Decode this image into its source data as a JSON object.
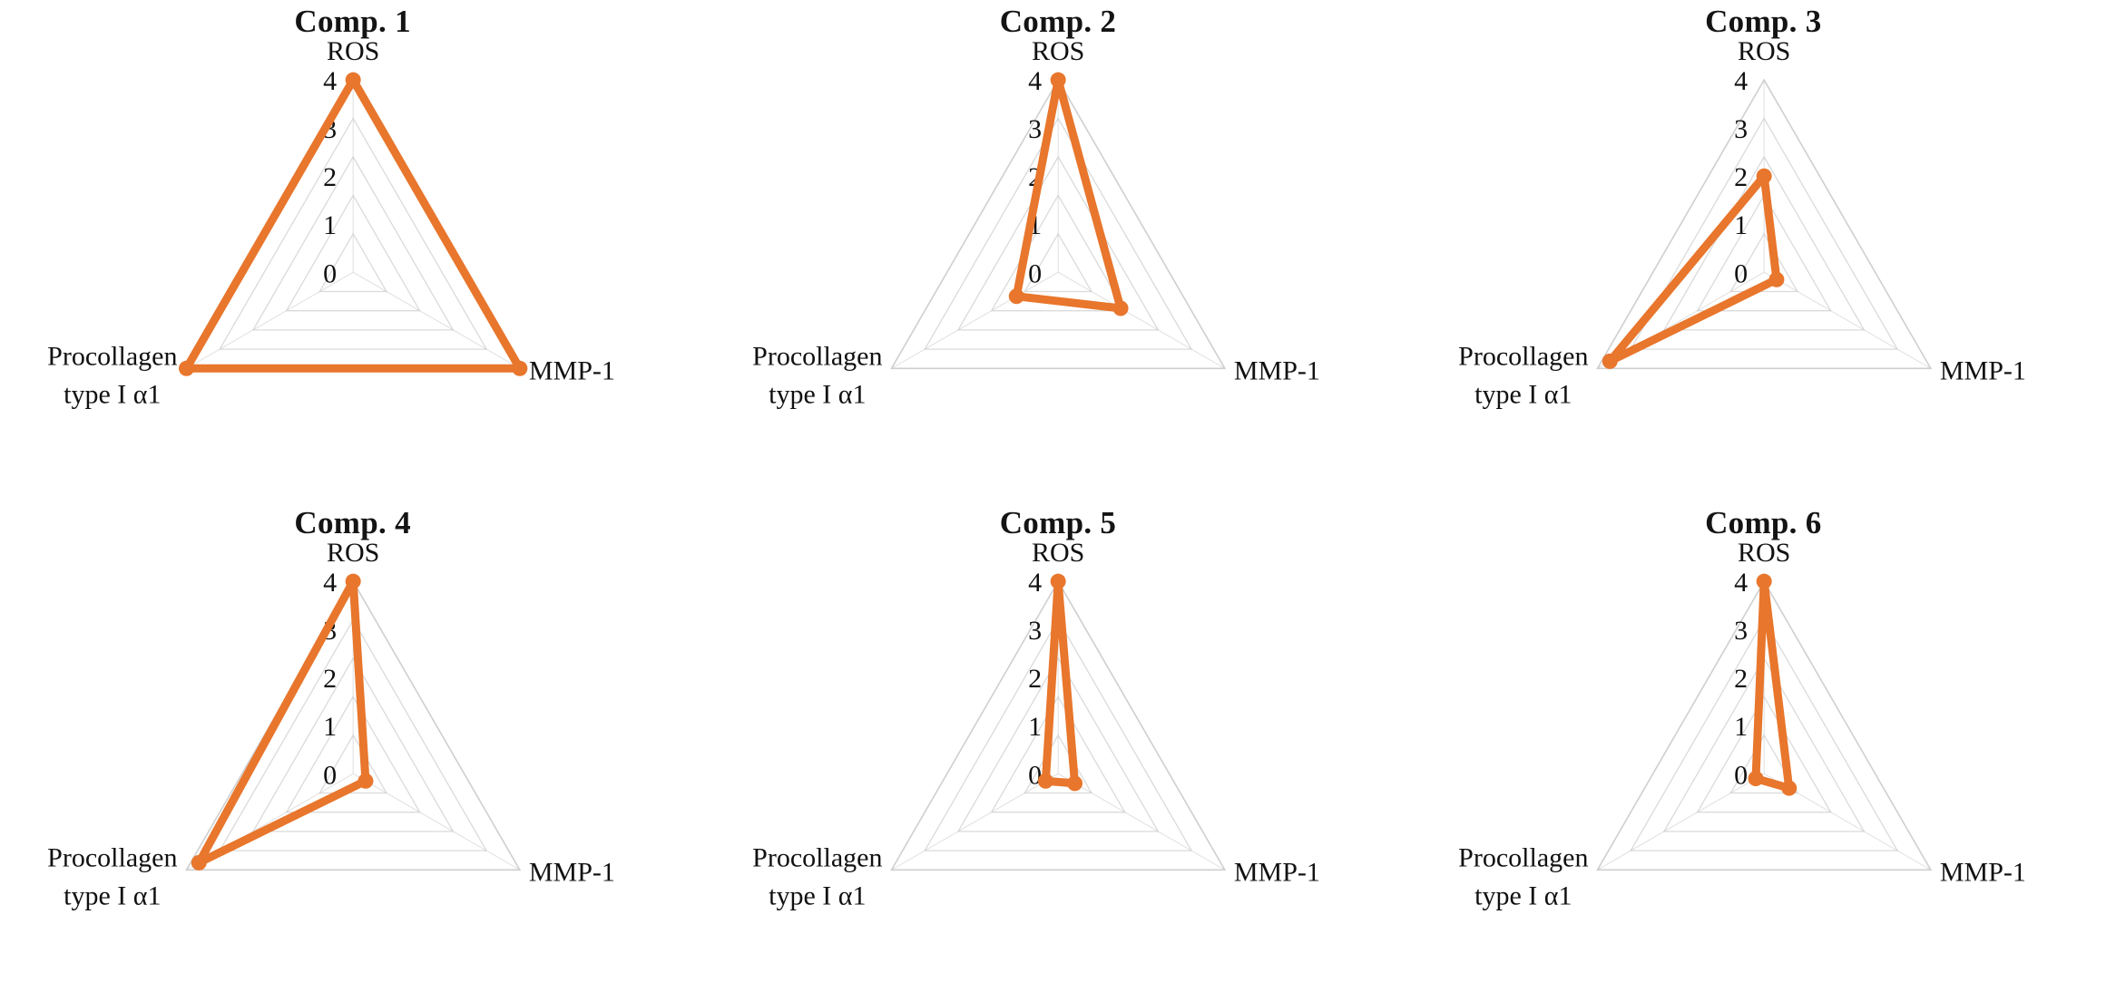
{
  "figure": {
    "layout": {
      "rows": 2,
      "cols": 3
    },
    "colors": {
      "series": "#E8762C",
      "grid": "#CCCCCC",
      "text": "#111111",
      "background": "#FFFFFF"
    }
  },
  "axes": {
    "ros": "ROS",
    "mmp": "MMP-1",
    "procollagen_line1": "Procollagen",
    "procollagen_line2": "type I α1"
  },
  "ticks": [
    "4",
    "3",
    "2",
    "1",
    "0"
  ],
  "chart_data": [
    {
      "type": "radar",
      "title": "Comp. 1",
      "categories": [
        "ROS",
        "MMP-1",
        "Procollagen type I α1"
      ],
      "values": [
        4,
        4,
        4
      ],
      "rlim": [
        0,
        4
      ],
      "tick_labels": [
        "0",
        "1",
        "2",
        "3",
        "4"
      ],
      "grid": true,
      "legend": "none",
      "xlabel": "",
      "ylabel": ""
    },
    {
      "type": "radar",
      "title": "Comp. 2",
      "categories": [
        "ROS",
        "MMP-1",
        "Procollagen type I α1"
      ],
      "values": [
        4,
        1.5,
        1.0
      ],
      "rlim": [
        0,
        4
      ],
      "tick_labels": [
        "0",
        "1",
        "2",
        "3",
        "4"
      ],
      "grid": true,
      "legend": "none",
      "xlabel": "",
      "ylabel": ""
    },
    {
      "type": "radar",
      "title": "Comp. 3",
      "categories": [
        "ROS",
        "MMP-1",
        "Procollagen type I α1"
      ],
      "values": [
        2,
        0.3,
        3.7
      ],
      "rlim": [
        0,
        4
      ],
      "tick_labels": [
        "0",
        "1",
        "2",
        "3",
        "4"
      ],
      "grid": true,
      "legend": "none",
      "xlabel": "",
      "ylabel": ""
    },
    {
      "type": "radar",
      "title": "Comp. 4",
      "categories": [
        "ROS",
        "MMP-1",
        "Procollagen type I α1"
      ],
      "values": [
        4,
        0.3,
        3.7
      ],
      "rlim": [
        0,
        4
      ],
      "tick_labels": [
        "0",
        "1",
        "2",
        "3",
        "4"
      ],
      "grid": true,
      "legend": "none",
      "xlabel": "",
      "ylabel": ""
    },
    {
      "type": "radar",
      "title": "Comp. 5",
      "categories": [
        "ROS",
        "MMP-1",
        "Procollagen type I α1"
      ],
      "values": [
        4,
        0.4,
        0.3
      ],
      "rlim": [
        0,
        4
      ],
      "tick_labels": [
        "0",
        "1",
        "2",
        "3",
        "4"
      ],
      "grid": true,
      "legend": "none",
      "xlabel": "",
      "ylabel": ""
    },
    {
      "type": "radar",
      "title": "Comp. 6",
      "categories": [
        "ROS",
        "MMP-1",
        "Procollagen type I α1"
      ],
      "values": [
        4,
        0.6,
        0.2
      ],
      "rlim": [
        0,
        4
      ],
      "tick_labels": [
        "0",
        "1",
        "2",
        "3",
        "4"
      ],
      "grid": true,
      "legend": "none",
      "xlabel": "",
      "ylabel": ""
    }
  ]
}
